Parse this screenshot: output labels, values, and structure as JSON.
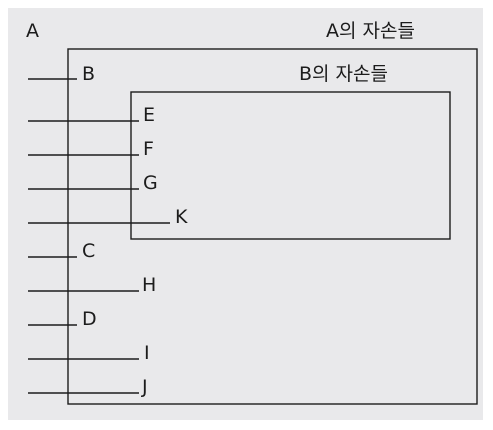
{
  "diagram": {
    "root_label": "A",
    "outer_box_title": "A의 자손들",
    "inner_box_title": "B의 자손들",
    "nodes": [
      "B",
      "E",
      "F",
      "G",
      "K",
      "C",
      "H",
      "D",
      "I",
      "J"
    ]
  },
  "colors": {
    "background": "#e9e9eb",
    "line": "#1c1c1c"
  }
}
